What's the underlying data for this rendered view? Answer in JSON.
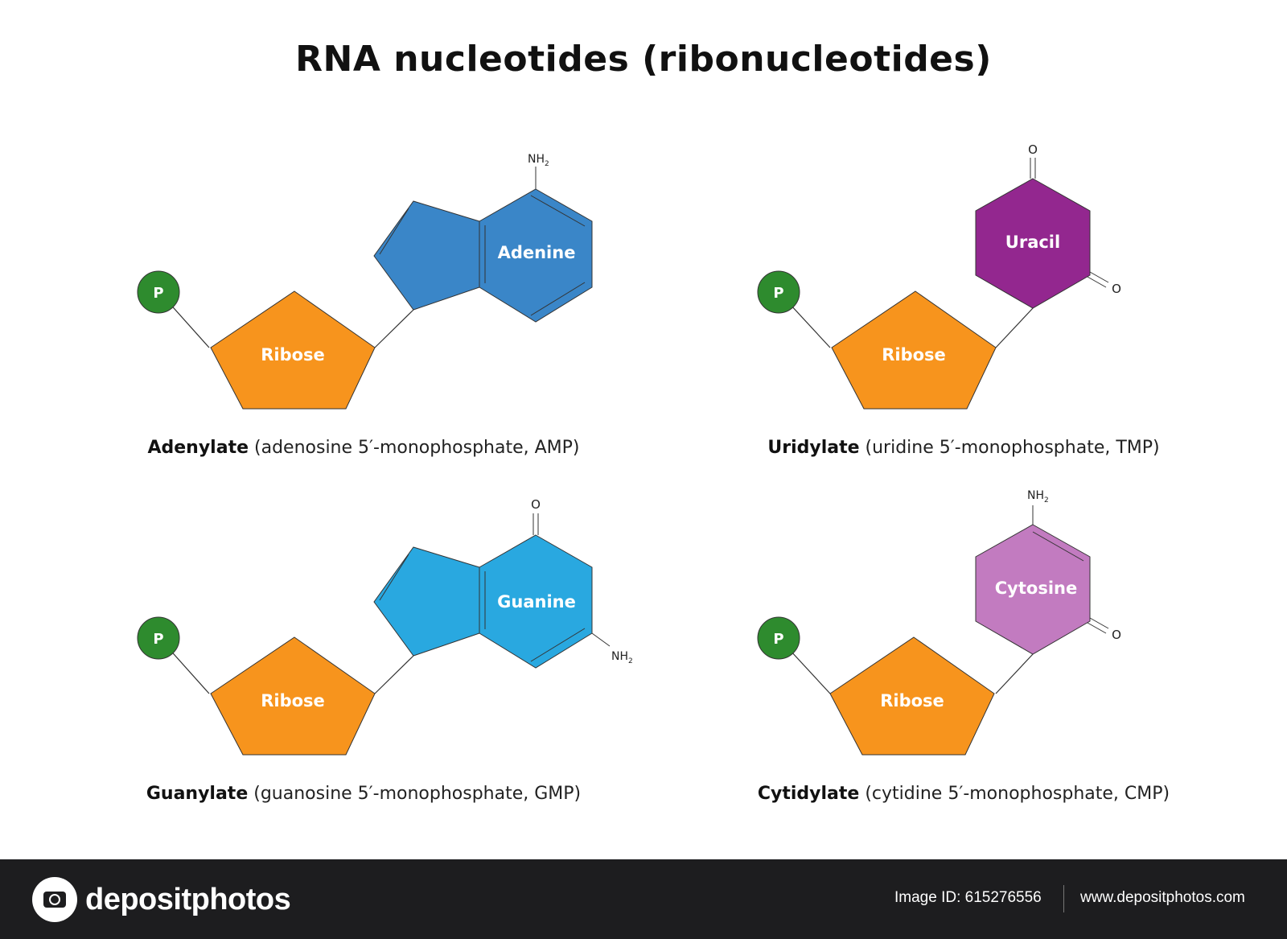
{
  "title": "RNA nucleotides (ribonucleotides)",
  "colors": {
    "phosphate": "#2e8b2e",
    "ribose": "#f7941d",
    "adenine": "#3a86c8",
    "guanine": "#29a8e0",
    "uracil": "#93278f",
    "cytosine": "#c27bc0"
  },
  "labels": {
    "phosphate": "P",
    "ribose": "Ribose",
    "nh2": "NH",
    "nh2_sub": "2",
    "oxygen": "O"
  },
  "nucleotides": [
    {
      "base": "Adenine",
      "name": "Adenylate",
      "detail": " (adenosine 5′-monophosphate, AMP)"
    },
    {
      "base": "Uracil",
      "name": "Uridylate",
      "detail": " (uridine 5′-monophosphate, TMP)"
    },
    {
      "base": "Guanine",
      "name": "Guanylate",
      "detail": " (guanosine 5′-monophosphate, GMP)"
    },
    {
      "base": "Cytosine",
      "name": "Cytidylate",
      "detail": " (cytidine 5′-monophosphate, CMP)"
    }
  ],
  "footer": {
    "logo_text": "depositphotos",
    "logo_icon": "camera-icon",
    "image_id": "Image ID: 615276556",
    "site": "www.depositphotos.com"
  }
}
